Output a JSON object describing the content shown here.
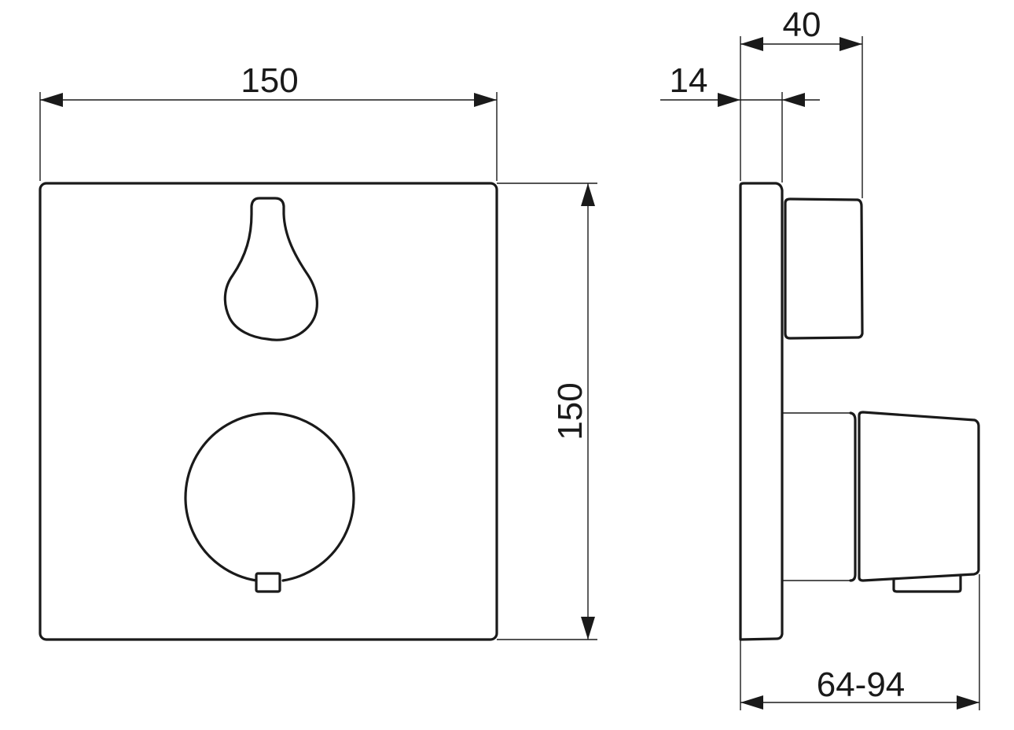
{
  "drawing": {
    "type": "technical dimension drawing",
    "front_view": {
      "width_label": "150",
      "height_label": "150"
    },
    "side_view": {
      "depth_total_label": "40",
      "plate_thickness_label": "14",
      "handle_depth_range_label": "64-94"
    }
  },
  "colors": {
    "line": "#1a1a1a",
    "background": "#ffffff"
  }
}
